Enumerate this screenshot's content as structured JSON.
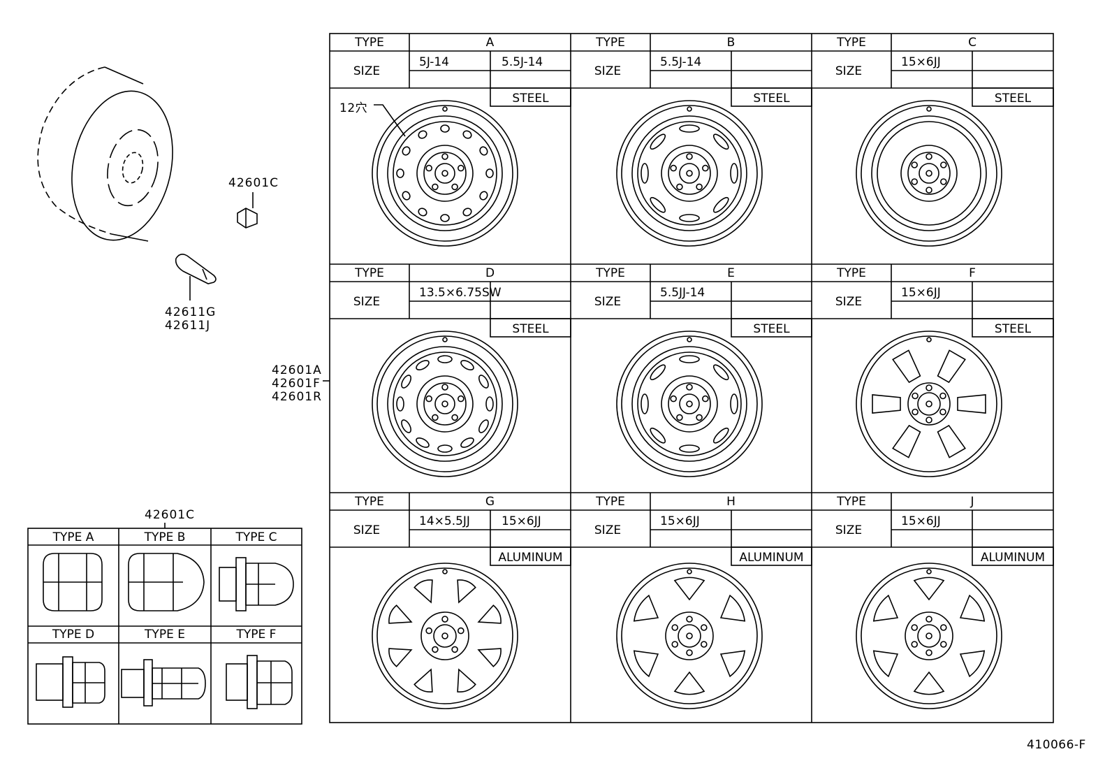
{
  "labels": {
    "type_header": "TYPE",
    "size_header": "SIZE",
    "hole_note": "12穴",
    "diagram_code": "410066-F"
  },
  "parts": {
    "lug_nut_top": "42601C",
    "valve_line1": "42611G",
    "valve_line2": "42611J",
    "wheel_line1": "42601A",
    "wheel_line2": "42601F",
    "wheel_line3": "42601R",
    "nut_table_title": "42601C"
  },
  "wheel_types": [
    {
      "type": "A",
      "size1": "5J-14",
      "size2": "5.5J-14",
      "material": "STEEL",
      "style": "steel12"
    },
    {
      "type": "B",
      "size1": "5.5J-14",
      "size2": "",
      "material": "STEEL",
      "style": "steelB"
    },
    {
      "type": "C",
      "size1": "15×6JJ",
      "size2": "",
      "material": "STEEL",
      "style": "steelC"
    },
    {
      "type": "D",
      "size1": "13.5×6.75SW",
      "size2": "",
      "material": "STEEL",
      "style": "steelD"
    },
    {
      "type": "E",
      "size1": "5.5JJ-14",
      "size2": "",
      "material": "STEEL",
      "style": "steelE"
    },
    {
      "type": "F",
      "size1": "15×6JJ",
      "size2": "",
      "material": "STEEL",
      "style": "spoke6"
    },
    {
      "type": "G",
      "size1": "14×5.5JJ",
      "size2": "15×6JJ",
      "material": "ALUMINUM",
      "style": "alu8"
    },
    {
      "type": "H",
      "size1": "15×6JJ",
      "size2": "",
      "material": "ALUMINUM",
      "style": "alu6tri"
    },
    {
      "type": "J",
      "size1": "15×6JJ",
      "size2": "",
      "material": "ALUMINUM",
      "style": "alu6"
    }
  ],
  "nut_types": [
    "TYPE A",
    "TYPE B",
    "TYPE C",
    "TYPE D",
    "TYPE E",
    "TYPE F"
  ]
}
